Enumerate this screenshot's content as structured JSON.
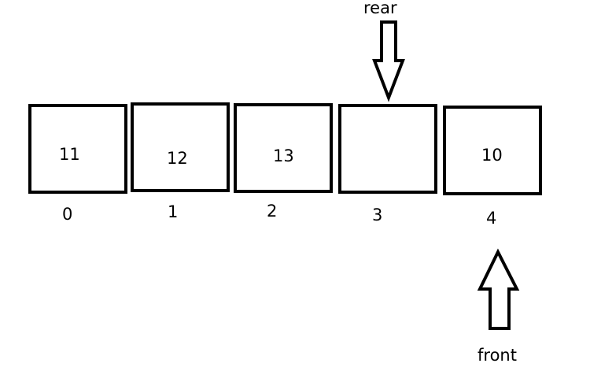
{
  "array": {
    "cells": [
      {
        "index_label": "0",
        "value": "11"
      },
      {
        "index_label": "1",
        "value": "12"
      },
      {
        "index_label": "2",
        "value": "13"
      },
      {
        "index_label": "3",
        "value": ""
      },
      {
        "index_label": "4",
        "value": "10"
      }
    ]
  },
  "pointers": {
    "rear": {
      "label": "rear",
      "index": 3,
      "direction": "down"
    },
    "front": {
      "label": "front",
      "index": 4,
      "direction": "up"
    }
  }
}
